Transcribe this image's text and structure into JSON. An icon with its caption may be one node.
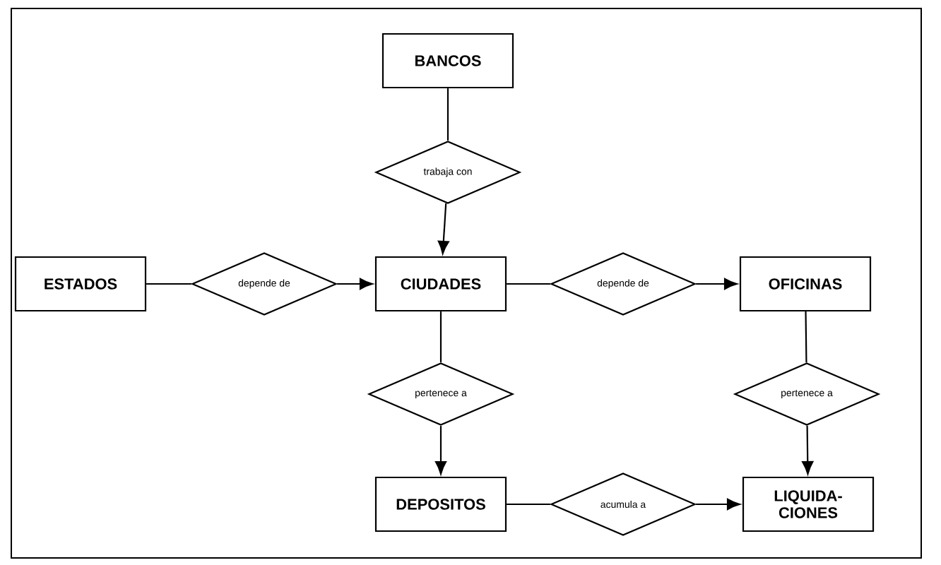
{
  "diagram": {
    "nodes": [
      {
        "text": [
          "BANCOS"
        ]
      },
      {
        "text": [
          "trabaja con"
        ]
      },
      {
        "text": [
          "ESTADOS"
        ]
      },
      {
        "text": [
          "depende de"
        ]
      },
      {
        "text": [
          "CIUDADES"
        ]
      },
      {
        "text": [
          "depende de"
        ]
      },
      {
        "text": [
          "OFICINAS"
        ]
      },
      {
        "text": [
          "pertenece a"
        ]
      },
      {
        "text": [
          "pertenece a"
        ]
      },
      {
        "text": [
          "DEPOSITOS"
        ]
      },
      {
        "text": [
          "acumula a"
        ]
      },
      {
        "text": [
          "LIQUIDA- CIONES"
        ]
      }
    ],
    "edges": [
      {
        "from": 0,
        "to": 1,
        "arrow": "none"
      },
      {
        "from": 1,
        "to": 4,
        "arrow": "to"
      },
      {
        "from": 2,
        "to": 3,
        "arrow": "none"
      },
      {
        "from": 3,
        "to": 4,
        "arrow": "to"
      },
      {
        "from": 4,
        "to": 5,
        "arrow": "none"
      },
      {
        "from": 5,
        "to": 6,
        "arrow": "to"
      },
      {
        "from": 4,
        "to": 7,
        "arrow": "none"
      },
      {
        "from": 7,
        "to": 9,
        "arrow": "to"
      },
      {
        "from": 6,
        "to": 8,
        "arrow": "none"
      },
      {
        "from": 8,
        "to": 11,
        "arrow": "to"
      },
      {
        "from": 9,
        "to": 10,
        "arrow": "none"
      },
      {
        "from": 10,
        "to": 11,
        "arrow": "to"
      }
    ]
  }
}
